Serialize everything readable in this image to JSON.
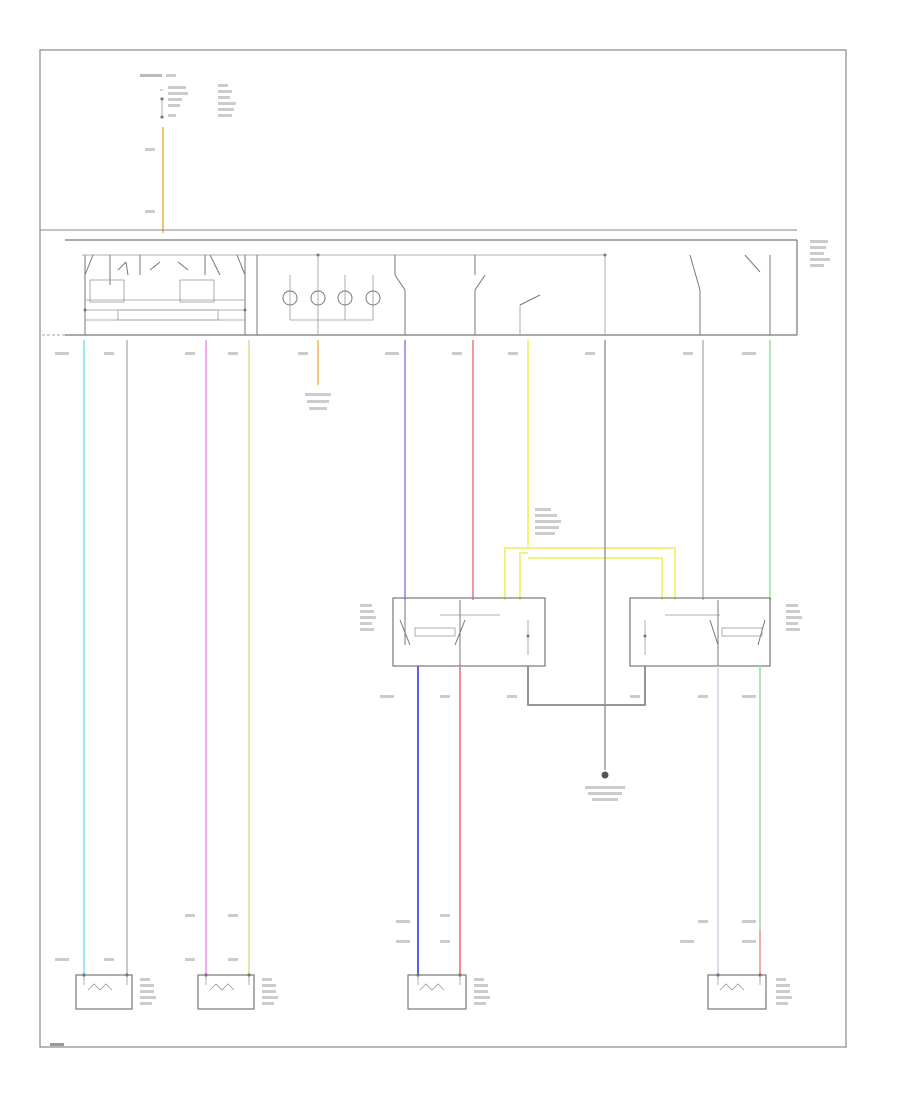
{
  "diagram": {
    "colors": {
      "orange": "#f5c36b",
      "cyan": "#8de8ee",
      "gray_wire": "#b5b5b5",
      "pink": "#f0a0ef",
      "olive": "#e5e0a0",
      "purple": "#9a98e8",
      "red": "#f08c8c",
      "yellow": "#f0f070",
      "green": "#a8e6a8",
      "dark": "#777777",
      "blue": "#5e5ee8"
    },
    "components": [
      "master-window-switch",
      "left-front-window-switch",
      "right-front-window-switch",
      "left-rear-motor",
      "right-rear-motor",
      "left-front-motor",
      "right-front-motor",
      "ground-point"
    ]
  }
}
